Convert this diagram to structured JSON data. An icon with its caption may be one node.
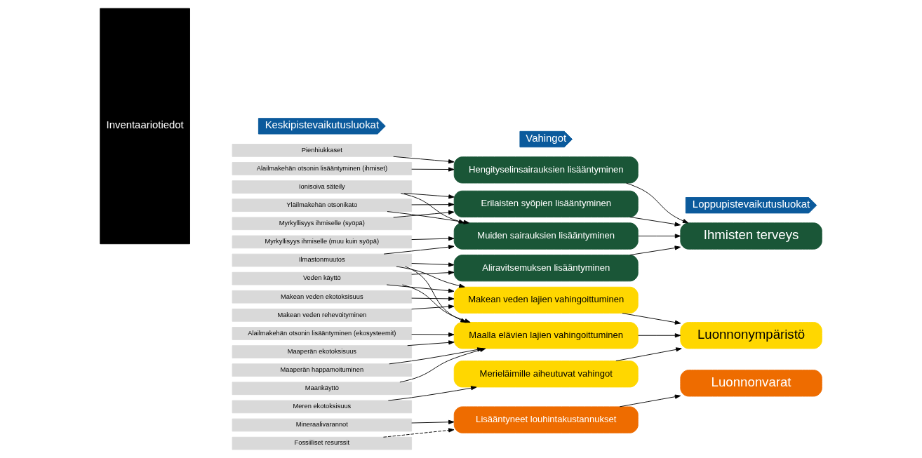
{
  "diagram": {
    "nodes": [
      {
        "text": [
          "Keskipistevaikutusluokat"
        ]
      },
      {
        "text": [
          "Vahingot"
        ]
      },
      {
        "text": [
          "Loppupistevaikutusluokat"
        ]
      },
      {
        "text": [
          "Inventaariotiedot"
        ]
      },
      {
        "text": [
          "Pienhiukkaset"
        ]
      },
      {
        "text": [
          "Alailmakehän otsonin lisääntyminen (ihmiset)"
        ]
      },
      {
        "text": [
          "Ionisoiva säteily"
        ]
      },
      {
        "text": [
          "Yläilmakehän otsonikato"
        ]
      },
      {
        "text": [
          "Myrkyllisyys ihmiselle (syöpä)"
        ]
      },
      {
        "text": [
          "Myrkyllisyys ihmiselle (muu kuin syöpä)"
        ]
      },
      {
        "text": [
          "Ilmastonmuutos"
        ]
      },
      {
        "text": [
          "Veden käyttö"
        ]
      },
      {
        "text": [
          "Makean veden ekotoksisuus"
        ]
      },
      {
        "text": [
          "Makean veden rehevöityminen"
        ]
      },
      {
        "text": [
          "Alailmakehän otsonin lisääntyminen (ekosysteemit)"
        ]
      },
      {
        "text": [
          "Maaperän ekotoksisuus"
        ]
      },
      {
        "text": [
          "Maaperän happamoituminen"
        ]
      },
      {
        "text": [
          "Maankäyttö"
        ]
      },
      {
        "text": [
          "Meren ekotoksisuus"
        ]
      },
      {
        "text": [
          "Mineraalivarannot"
        ]
      },
      {
        "text": [
          "Fossiiliset resurssit"
        ]
      },
      {
        "text": [
          "Hengityselinsairauksien lisääntyminen"
        ]
      },
      {
        "text": [
          "Erilaisten syöpien lisääntyminen"
        ]
      },
      {
        "text": [
          "Muiden sairauksien lisääntyminen"
        ]
      },
      {
        "text": [
          "Aliravitsemuksen lisääntyminen"
        ]
      },
      {
        "text": [
          "Makean veden lajien vahingoittuminen"
        ]
      },
      {
        "text": [
          "Maalla elävien lajien vahingoittuminen"
        ]
      },
      {
        "text": [
          "Merieläimille aiheutuvat vahingot"
        ]
      },
      {
        "text": [
          "Lisääntyneet louhintakustannukset"
        ]
      },
      {
        "text": [
          "Ihmisten terveys"
        ]
      },
      {
        "text": [
          "Luonnonympäristö"
        ]
      },
      {
        "text": [
          "Luonnonvarat"
        ]
      }
    ],
    "edges": [
      {
        "from": 4,
        "to": 21,
        "arrow": "to"
      },
      {
        "from": 5,
        "to": 21,
        "arrow": "to"
      },
      {
        "from": 6,
        "to": 22,
        "arrow": "to"
      },
      {
        "from": 6,
        "to": 23,
        "arrow": "to"
      },
      {
        "from": 7,
        "to": 22,
        "arrow": "to"
      },
      {
        "from": 7,
        "to": 23,
        "arrow": "to"
      },
      {
        "from": 8,
        "to": 22,
        "arrow": "to"
      },
      {
        "from": 9,
        "to": 23,
        "arrow": "to"
      },
      {
        "from": 10,
        "to": 23,
        "arrow": "to"
      },
      {
        "from": 10,
        "to": 24,
        "arrow": "to"
      },
      {
        "from": 10,
        "to": 25,
        "arrow": "to"
      },
      {
        "from": 10,
        "to": 26,
        "arrow": "to"
      },
      {
        "from": 11,
        "to": 24,
        "arrow": "to"
      },
      {
        "from": 11,
        "to": 25,
        "arrow": "to"
      },
      {
        "from": 11,
        "to": 26,
        "arrow": "to"
      },
      {
        "from": 12,
        "to": 25,
        "arrow": "to"
      },
      {
        "from": 13,
        "to": 25,
        "arrow": "to"
      },
      {
        "from": 14,
        "to": 26,
        "arrow": "to"
      },
      {
        "from": 15,
        "to": 26,
        "arrow": "to"
      },
      {
        "from": 16,
        "to": 26,
        "arrow": "to"
      },
      {
        "from": 17,
        "to": 26,
        "arrow": "to"
      },
      {
        "from": 18,
        "to": 27,
        "arrow": "to"
      },
      {
        "from": 19,
        "to": 28,
        "arrow": "to"
      },
      {
        "from": 20,
        "to": 28,
        "arrow": "to",
        "style": "dashed"
      },
      {
        "from": 21,
        "to": 29,
        "arrow": "to"
      },
      {
        "from": 22,
        "to": 29,
        "arrow": "to"
      },
      {
        "from": 23,
        "to": 29,
        "arrow": "to"
      },
      {
        "from": 24,
        "to": 29,
        "arrow": "to"
      },
      {
        "from": 25,
        "to": 30,
        "arrow": "to"
      },
      {
        "from": 26,
        "to": 30,
        "arrow": "to"
      },
      {
        "from": 27,
        "to": 30,
        "arrow": "to"
      },
      {
        "from": 28,
        "to": 31,
        "arrow": "to"
      }
    ]
  }
}
